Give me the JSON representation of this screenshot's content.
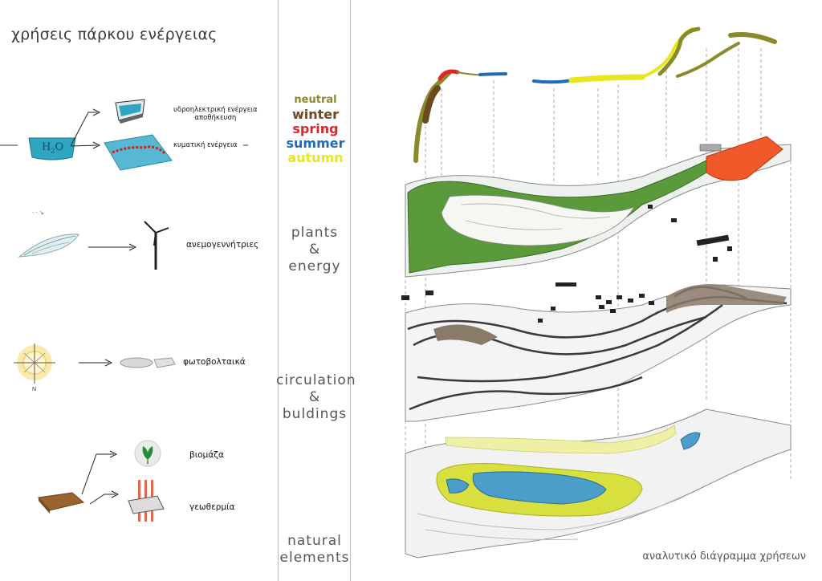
{
  "title": "χρήσεις πάρκου ενέργειας",
  "left_column": {
    "water": {
      "source_label": "H",
      "source_sub": "2",
      "source_tail": "O",
      "hydro_label_1": "υδροηλεκτρική ενέργεια",
      "hydro_label_2": "αποθήκευση",
      "wave_label": "κυματική ενέργεια"
    },
    "wind": {
      "label": "ανεμογεννήτριες"
    },
    "solar": {
      "label": "φωτοβολταικά",
      "compass_n": "N"
    },
    "biomass": {
      "biomass_label": "βιομάζα",
      "geo_label": "γεωθερμία"
    }
  },
  "legend": {
    "seasons": [
      {
        "label": "neutral",
        "color": "#8a8a2a"
      },
      {
        "label": "winter",
        "color": "#6b4a22"
      },
      {
        "label": "spring",
        "color": "#e0262b"
      },
      {
        "label": "summer",
        "color": "#1f6bb8"
      },
      {
        "label": "autumn",
        "color": "#e8e61f"
      }
    ]
  },
  "layers": {
    "plants_1": "plants",
    "plants_2": "&",
    "plants_3": "energy",
    "circ_1": "circulation",
    "circ_2": "&",
    "circ_3": "buldings",
    "nat_1": "natural",
    "nat_2": "elements"
  },
  "caption": "αναλυτικό διάγραμμα χρήσεων",
  "colors": {
    "green": "#5a9a3a",
    "orange": "#f05a2a",
    "lake": "#4a9ec9",
    "yellow": "#d8e040",
    "path": "#3a3a3a",
    "brown": "#8a7a6a",
    "wood": "#8b5a2b",
    "pool": "#2fa5c2"
  }
}
